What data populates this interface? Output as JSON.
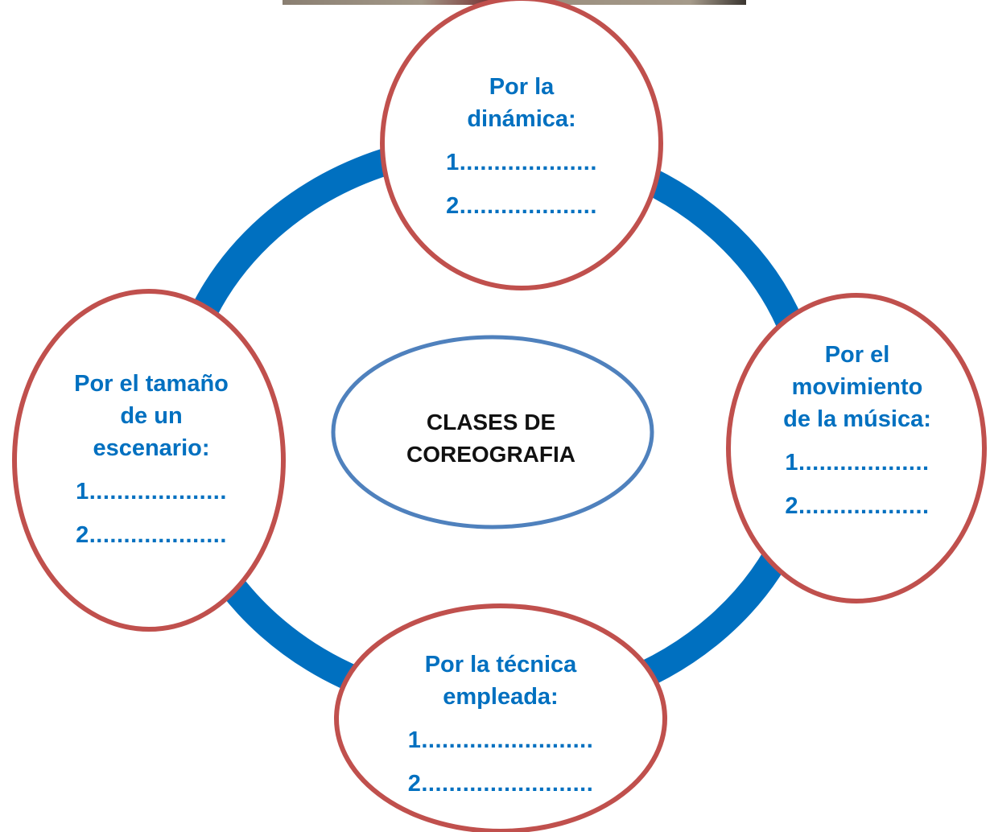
{
  "colors": {
    "ring": "#0070c0",
    "node_border": "#c0504d",
    "center_border": "#4f81bd",
    "text_blue": "#0070c0",
    "text_center": "#111111"
  },
  "center": {
    "line1": "CLASES DE",
    "line2": "COREOGRAFIA"
  },
  "nodes": {
    "top": {
      "heading": [
        "Por la",
        "dinámica:"
      ],
      "item1": "1....................",
      "item2": "2...................."
    },
    "right": {
      "heading": [
        "Por el",
        "movimiento",
        "de la música:"
      ],
      "item1": "1...................",
      "item2": "2..................."
    },
    "bottom": {
      "heading": [
        "Por la técnica",
        "empleada:"
      ],
      "item1": "1.........................",
      "item2": "2........................."
    },
    "left": {
      "heading": [
        "Por el tamaño",
        "de un",
        "escenario:"
      ],
      "item1": "1....................",
      "item2": "2...................."
    }
  }
}
